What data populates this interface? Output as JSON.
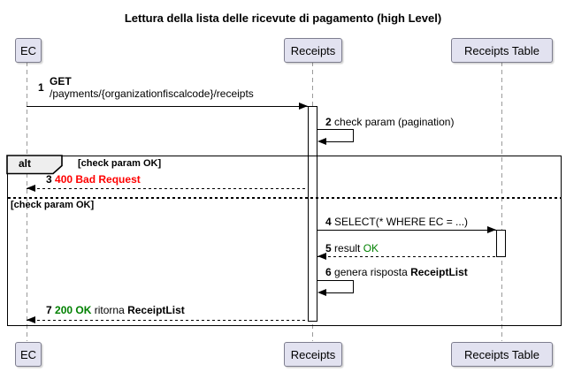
{
  "diagram": {
    "type": "sequence",
    "title": "Lettura della lista delle ricevute di pagamento (high Level)"
  },
  "participants": {
    "ec": "EC",
    "receipts": "Receipts",
    "receipts_table": "Receipts Table"
  },
  "alt_frame": {
    "keyword": "alt",
    "guard_top": "[check param OK]",
    "guard_bottom": "[check param OK]"
  },
  "messages": {
    "m1": {
      "num": "1",
      "method": "GET",
      "path": "/payments/{organizationfiscalcode}/receipts"
    },
    "m2": {
      "num": "2",
      "text": "check param (pagination)"
    },
    "m3": {
      "num": "3",
      "error": "400 Bad Request"
    },
    "m4": {
      "num": "4",
      "text": "SELECT(* WHERE EC = ...)"
    },
    "m5": {
      "num": "5",
      "text": "result ",
      "ok": "OK"
    },
    "m6": {
      "num": "6",
      "text": "genera risposta ",
      "emph": "ReceiptList"
    },
    "m7": {
      "num": "7",
      "ok": "200 OK",
      "text": " ritorna ",
      "emph": "ReceiptList"
    }
  },
  "colors": {
    "error_text": "#ff0000",
    "success_text": "#008000",
    "participant_fill": "#e2e2f0",
    "frame_label_fill": "#eeeeee",
    "lifeline": "#9a9a9a"
  }
}
